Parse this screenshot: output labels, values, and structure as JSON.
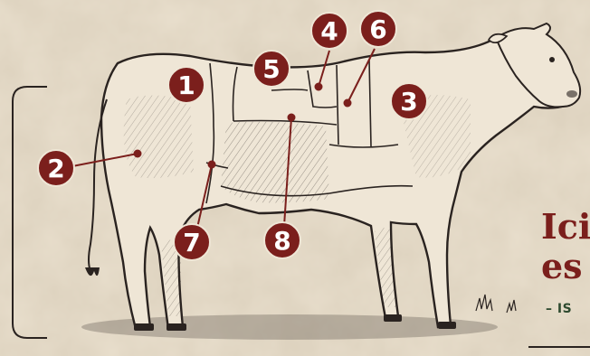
{
  "colors": {
    "background": "#e9dfcd",
    "badge_fill": "#7b1f1c",
    "badge_text": "#ffffff",
    "leader_line": "#7b1f1c",
    "ink": "#2a2320",
    "accent_green": "#2e4a2f"
  },
  "diagram": {
    "subject": "cow",
    "cut_labels": [
      "1",
      "2",
      "3",
      "4",
      "5",
      "6",
      "7",
      "8"
    ]
  },
  "overlay": {
    "line1": "Ici",
    "line2": "es",
    "line3": "– IS"
  }
}
